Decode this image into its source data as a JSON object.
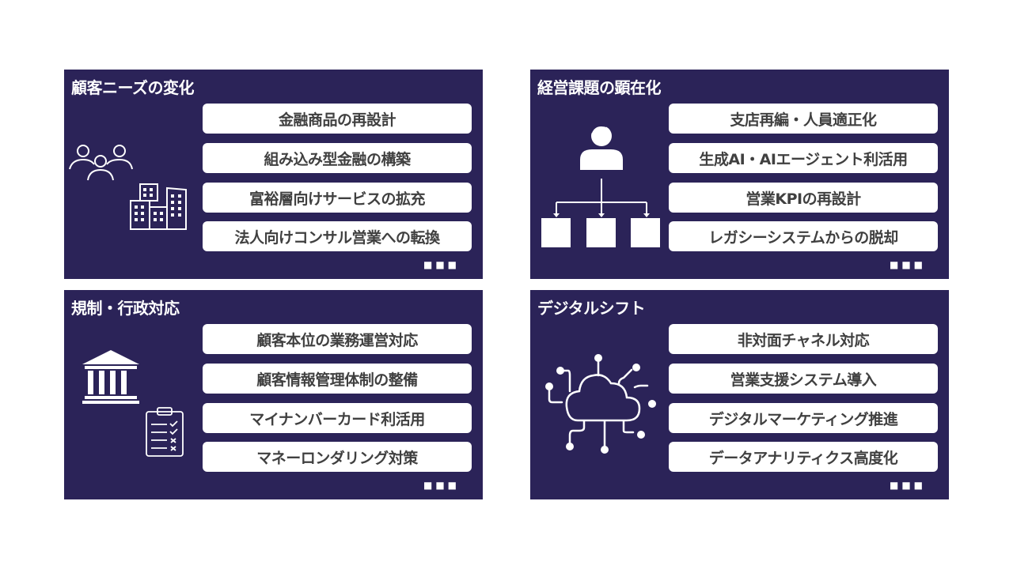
{
  "panels": [
    {
      "title": "顧客ニーズの変化",
      "items": [
        "金融商品の再設計",
        "組み込み型金融の構築",
        "富裕層向けサービスの拡充",
        "法人向けコンサル営業への転換"
      ],
      "more": "■■■"
    },
    {
      "title": "経営課題の顕在化",
      "items": [
        "支店再編・人員適正化",
        "生成AI・AIエージェント利活用",
        "営業KPIの再設計",
        "レガシーシステムからの脱却"
      ],
      "more": "■■■"
    },
    {
      "title": "規制・行政対応",
      "items": [
        "顧客本位の業務運営対応",
        "顧客情報管理体制の整備",
        "マイナンバーカード利活用",
        "マネーロンダリング対策"
      ],
      "more": "■■■"
    },
    {
      "title": "デジタルシフト",
      "items": [
        "非対面チャネル対応",
        "営業支援システム導入",
        "デジタルマーケティング推進",
        "データアナリティクス高度化"
      ],
      "more": "■■■"
    }
  ],
  "colors": {
    "panel": "#2b2358",
    "pill_text": "#404040"
  }
}
